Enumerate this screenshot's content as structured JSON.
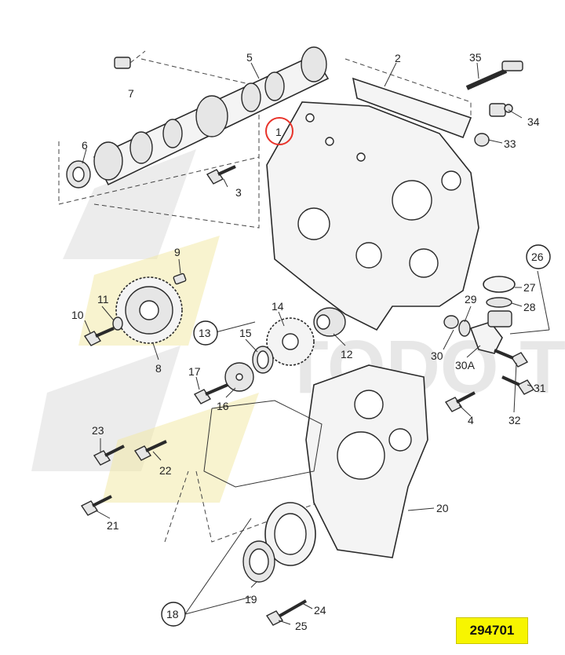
{
  "labels": {
    "l1": "1",
    "l2": "2",
    "l3": "3",
    "l4": "4",
    "l5": "5",
    "l6": "6",
    "l7": "7",
    "l8": "8",
    "l9": "9",
    "l10": "10",
    "l11": "11",
    "l12": "12",
    "l13": "13",
    "l14": "14",
    "l15": "15",
    "l16": "16",
    "l17": "17",
    "l18": "18",
    "l19": "19",
    "l20": "20",
    "l21": "21",
    "l22": "22",
    "l23": "23",
    "l24": "24",
    "l25": "25",
    "l26": "26",
    "l27": "27",
    "l28": "28",
    "l29": "29",
    "l30": "30",
    "l30a": "30A",
    "l31": "31",
    "l32": "32",
    "l33": "33",
    "l34": "34",
    "l35": "35"
  },
  "reference_number": "294701",
  "watermark_text": "TODO TOP",
  "colors": {
    "highlight_circle": "#e8332a",
    "reference_box": "#f7f500",
    "line": "#2a2a2a"
  }
}
